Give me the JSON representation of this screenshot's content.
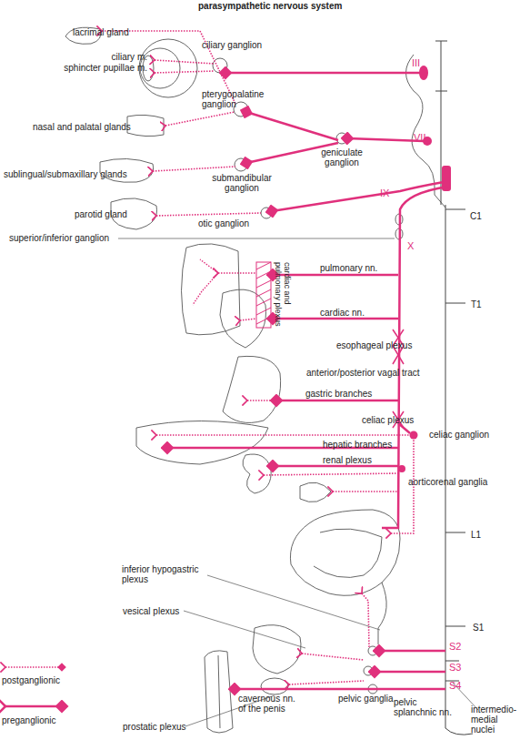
{
  "diagram": {
    "title": "parasympathetic nervous system",
    "labels": [
      "lacrimal gland",
      "ciliary ganglion",
      "ciliary m.",
      "sphincter pupillae m.",
      "III",
      "pterygopalatine ganglion",
      "nasal and palatal glands",
      "VII",
      "sublingual/submaxillary glands",
      "submandibular ganglion",
      "geniculate ganglion",
      "IX",
      "parotid gland",
      "otic ganglion",
      "C1",
      "superior/inferior ganglion",
      "X",
      "pulmonary nn.",
      "cardiac and pulmonary plexus",
      "cardiac nn.",
      "T1",
      "esophageal plexus",
      "anterior/posterior vagal tract",
      "gastric branches",
      "celiac plexus",
      "celiac ganglion",
      "hepatic branches",
      "renal plexus",
      "aorticorenal ganglia",
      "L1",
      "inferior hypogastric plexus",
      "vesical plexus",
      "S1",
      "S2",
      "S3",
      "S4",
      "pelvic ganglia",
      "cavernous nn. of the penis",
      "pelvic splanchnic nn.",
      "intermedio- medial nuclei",
      "prostatic plexus"
    ],
    "legend": [
      {
        "text": "postganglionic"
      },
      {
        "text": "preganglionic"
      }
    ]
  }
}
